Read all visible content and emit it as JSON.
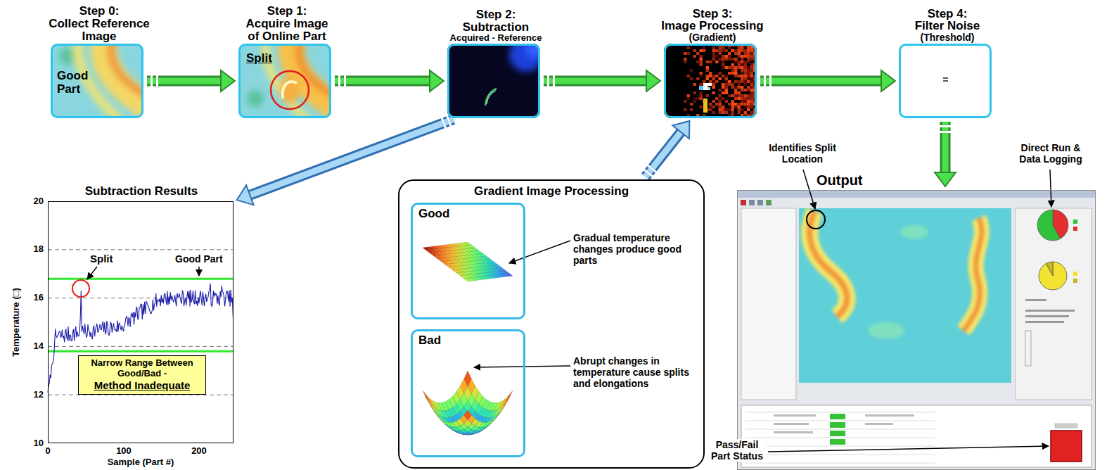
{
  "diagram": {
    "nodes": [
      {
        "text": [
          "Step 0:",
          "Collect Reference Image",
          "Good Part"
        ]
      },
      {
        "text": [
          "Step 1:",
          "Acquire Image of Online Part",
          "Split"
        ]
      },
      {
        "text": [
          "Step 2:",
          "Subtraction",
          "Acquired - Reference"
        ]
      },
      {
        "text": [
          "Step 3:",
          "Image Processing",
          "(Gradient)"
        ]
      },
      {
        "text": [
          "Step 4:",
          "Filter Noise",
          "(Threshold)"
        ]
      },
      {
        "text": [
          "Subtraction Results"
        ]
      },
      {
        "text": [
          "Narrow Range Between Good/Bad -",
          "Method Inadequate"
        ],
        "in": 5
      },
      {
        "text": [
          "Gradient Image Processing"
        ]
      },
      {
        "text": [
          "Good"
        ],
        "in": 7
      },
      {
        "text": [
          "Bad"
        ],
        "in": 7
      },
      {
        "text": [
          "Output"
        ]
      }
    ],
    "edges": [
      {
        "from": 0,
        "to": 1,
        "arrow": "to"
      },
      {
        "from": 1,
        "to": 2,
        "arrow": "to"
      },
      {
        "from": 2,
        "to": 3,
        "arrow": "to"
      },
      {
        "from": 3,
        "to": 4,
        "arrow": "to"
      },
      {
        "from": 2,
        "to": 5,
        "arrow": "to"
      },
      {
        "from": 7,
        "to": 3,
        "arrow": "to"
      },
      {
        "from": 4,
        "to": 10,
        "arrow": "to"
      }
    ],
    "labels": [
      "20",
      "18",
      "16",
      "14",
      "12",
      "10",
      "0",
      "100",
      "200",
      "Temperature (□)",
      "Sample (Part #)",
      "Split",
      "Good Part",
      "Gradual temperature changes produce good parts",
      "Abrupt changes in temperature cause splits and elongations",
      "Identifies Split Location",
      "Direct Run & Data Logging",
      "Pass/Fail Part Status"
    ]
  }
}
